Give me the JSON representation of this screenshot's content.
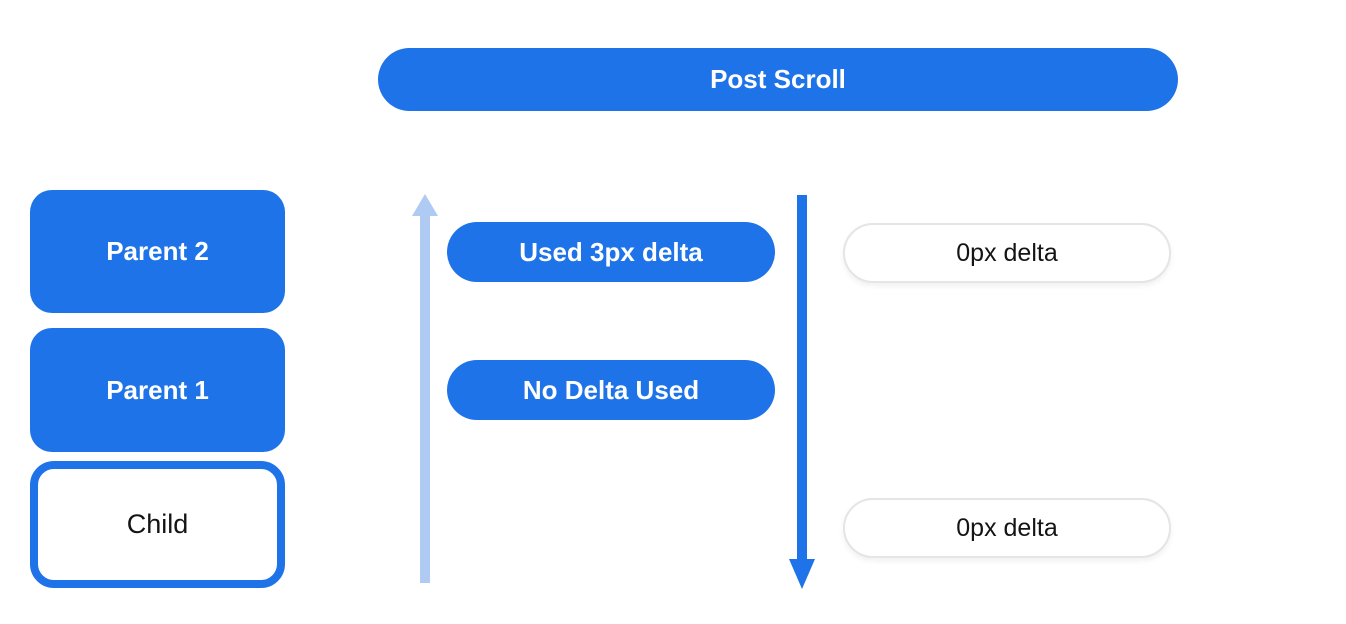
{
  "diagram": {
    "title_banner": {
      "label": "Post Scroll"
    },
    "left_column": {
      "boxes": [
        {
          "label": "Parent 2",
          "style": "filled"
        },
        {
          "label": "Parent 1",
          "style": "filled"
        },
        {
          "label": "Child",
          "style": "outlined"
        }
      ]
    },
    "middle_column": {
      "arrow": "up-arrow",
      "arrow_color": "#AFCBF3",
      "pills": [
        {
          "label": "Used 3px delta"
        },
        {
          "label": "No Delta Used"
        }
      ]
    },
    "right_column": {
      "arrow": "down-arrow",
      "arrow_color": "#1E73E8",
      "pills": [
        {
          "label": "0px delta"
        },
        {
          "label": "0px delta"
        }
      ]
    },
    "colors": {
      "blue": "#1E73E8",
      "light-blue": "#AFCBF3",
      "pill-border": "#E5E5E5",
      "text-dark": "#141414",
      "text-light": "#FFFFFF"
    }
  }
}
